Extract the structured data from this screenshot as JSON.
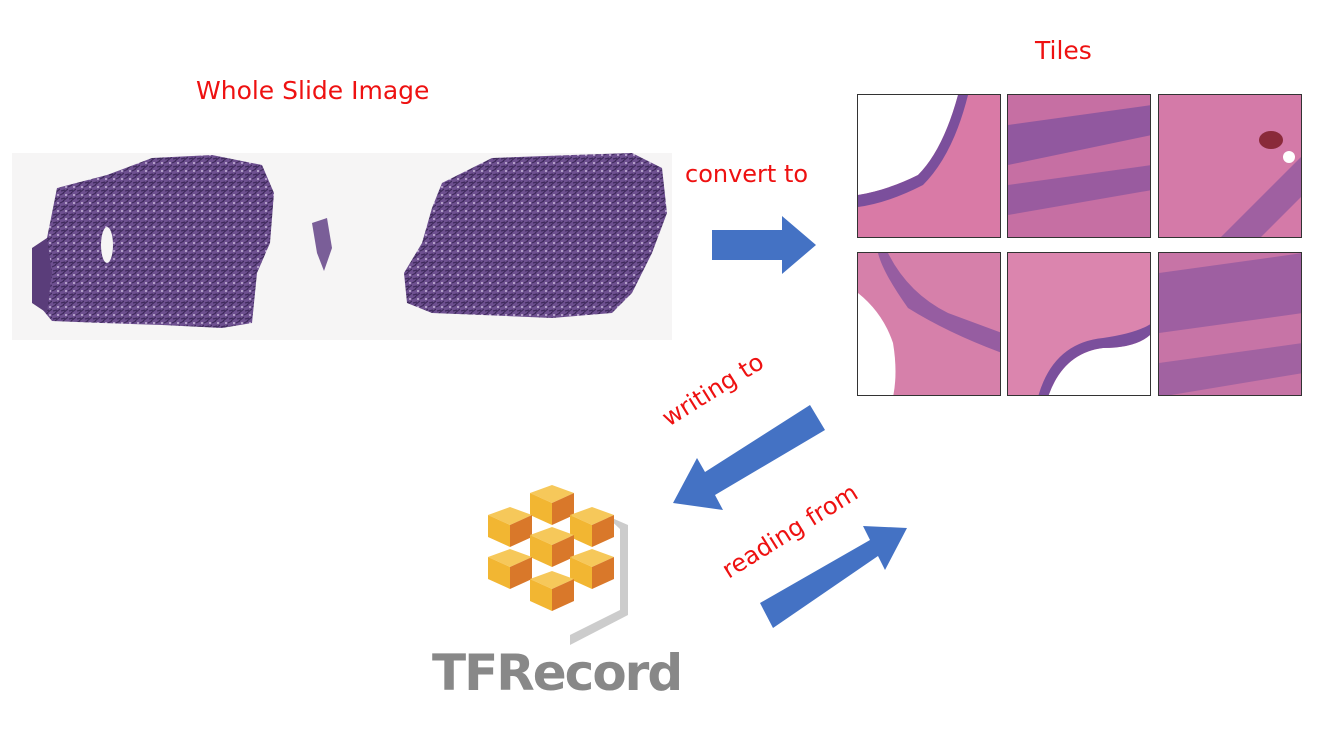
{
  "labels": {
    "wsi_title": "Whole Slide Image",
    "tiles_title": "Tiles",
    "convert": "convert to",
    "writing": "writing to",
    "reading": "reading from"
  },
  "logo": {
    "text": "TFRecord",
    "icon": "stacked-cubes-icon"
  },
  "colors": {
    "label": "#ee1111",
    "arrow": "#4472c4",
    "tissue": "#6b4f88",
    "tile_pink": "#d97aa6",
    "tile_purple": "#7b4f9c",
    "cube_front": "#f2b632",
    "cube_side": "#d9782a",
    "cube_top": "#f6c85a",
    "logo_text": "#888888"
  }
}
